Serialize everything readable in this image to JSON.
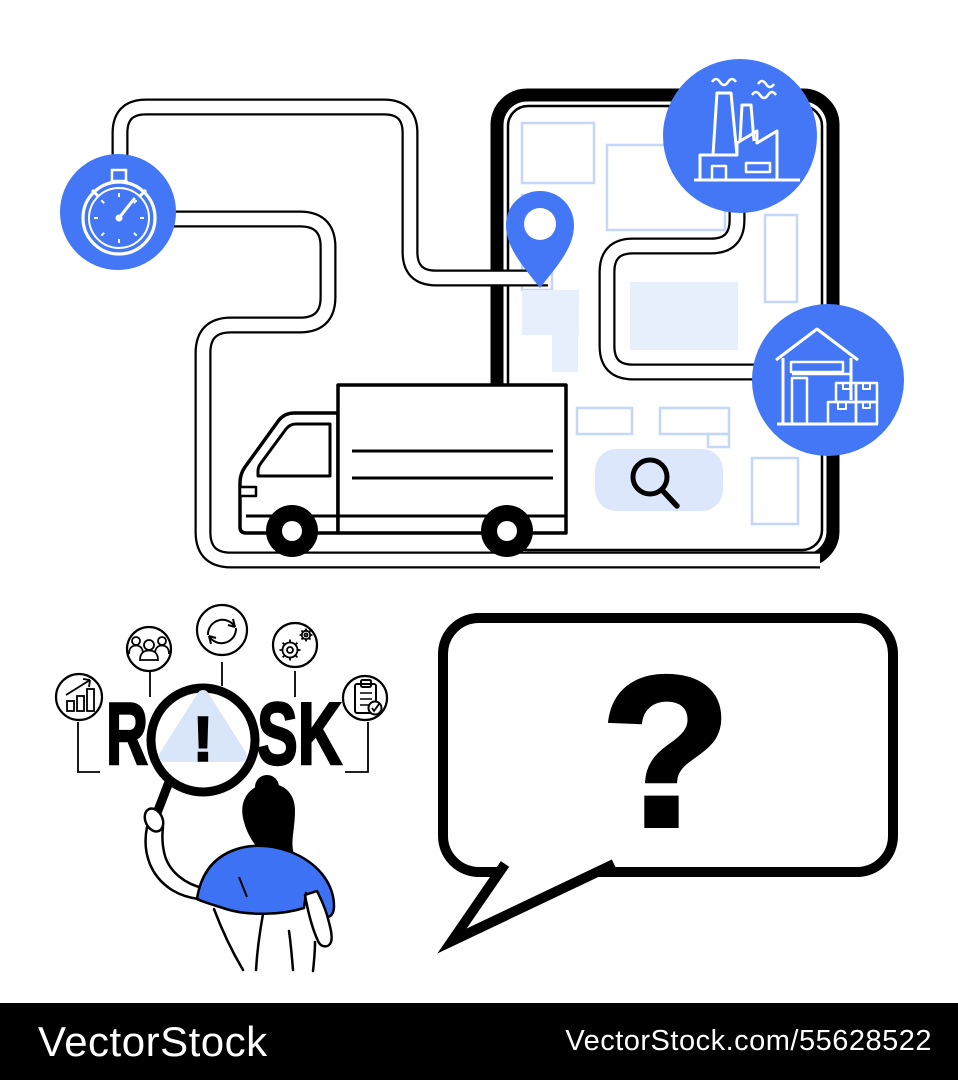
{
  "illustration": {
    "description": "Logistics delivery risk concept illustration",
    "risk_label": {
      "left": "R",
      "right": "SK",
      "exclamation": "!"
    },
    "speech_bubble": {
      "question_mark": "?"
    },
    "badges": [
      {
        "icon": "stopwatch-icon"
      },
      {
        "icon": "factory-icon"
      },
      {
        "icon": "warehouse-icon"
      }
    ],
    "map_icons": [
      {
        "icon": "location-pin-icon"
      },
      {
        "icon": "search-icon"
      },
      {
        "icon": "delivery-truck"
      }
    ],
    "risk_icons": [
      {
        "icon": "bar-chart-icon"
      },
      {
        "icon": "team-icon"
      },
      {
        "icon": "refresh-icon"
      },
      {
        "icon": "gears-icon"
      },
      {
        "icon": "clipboard-check-icon"
      }
    ],
    "colors": {
      "primary_blue": "#4377F6",
      "shirt_blue": "#3E72F4",
      "triangle_blue": "#D9E5F8",
      "search_bar_blue": "#DCE7FB",
      "map_line": "#C5D7F7",
      "map_block": "#E8EFFC",
      "outline": "#000000"
    }
  },
  "watermark": {
    "brand": "VectorStock",
    "url_text": "VectorStock.com/55628522",
    "bar_color": "#000000",
    "text_color": "#ffffff"
  }
}
